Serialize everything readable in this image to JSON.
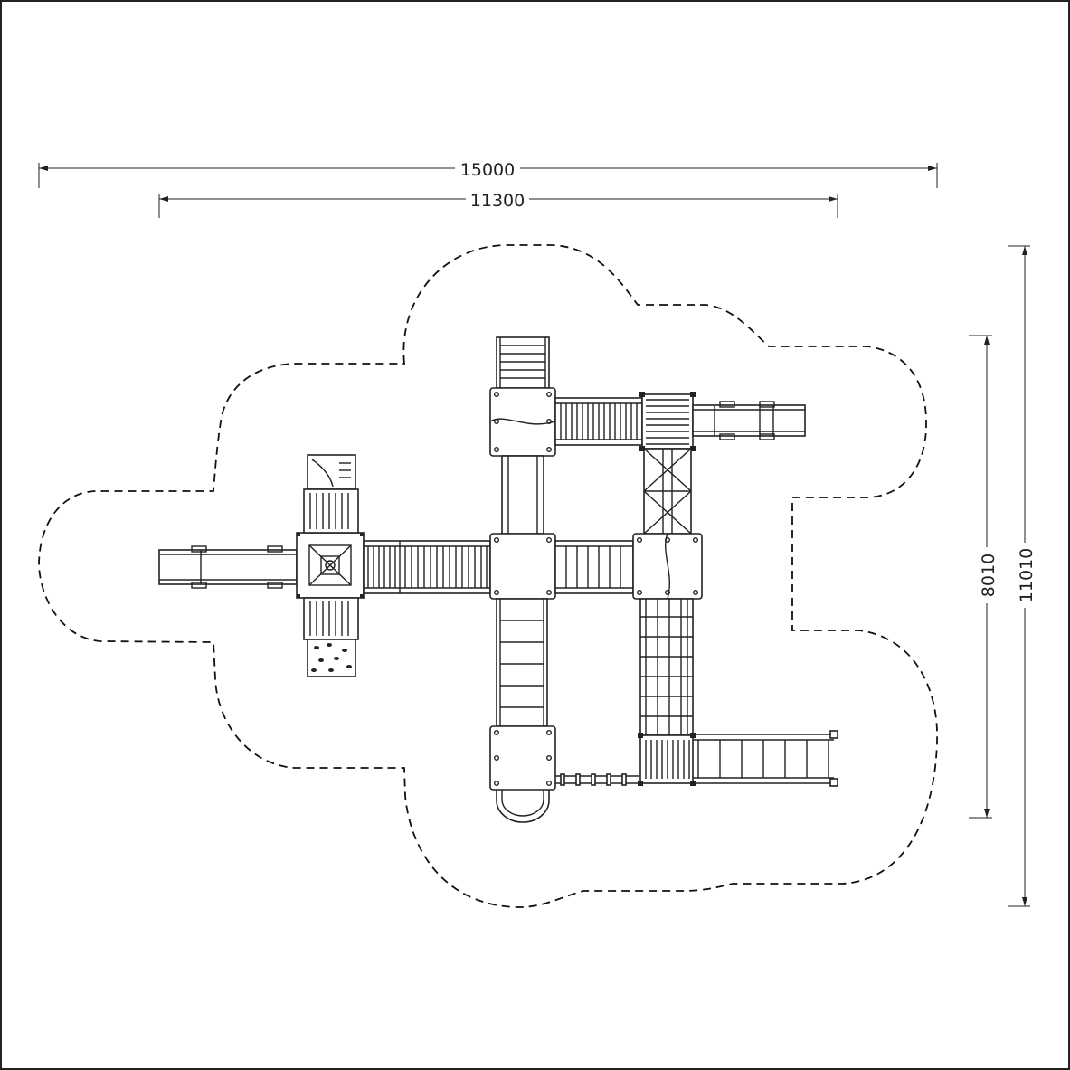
{
  "dimensions": {
    "overall_width": "15000",
    "structure_width": "11300",
    "structure_depth": "8010",
    "overall_depth": "11010"
  },
  "colors": {
    "line": "#222222",
    "background": "#ffffff"
  }
}
